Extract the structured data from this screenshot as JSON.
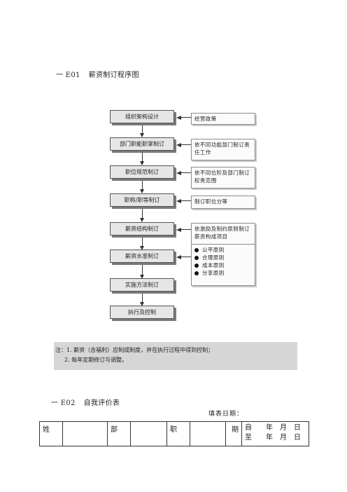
{
  "section1": {
    "code": "一 E01",
    "title": "薪资制订程序图"
  },
  "flow": {
    "steps": [
      "组织架构设计",
      "部门职能职掌制订",
      "职位规范制订",
      "职称/职等制订",
      "薪资结构制订",
      "薪资水准制订",
      "实施方法制订",
      "执行及控制"
    ],
    "notes": {
      "n1": "经营政策",
      "n2": "依不同功能部门制订责任工作",
      "n3": "依不同位阶及部门制订权责范围",
      "n4": "制订职位分等",
      "n5": "依激励及制约原则制订薪资构成项目",
      "principles": [
        "公平原则",
        "合理原则",
        "成本原则",
        "分享原则"
      ]
    }
  },
  "notice": {
    "line1": "注：1. 薪资（含福利）应制成制度，并在执行过程中得到控制；",
    "line2": "2. 每年定期修订与调整。"
  },
  "section2": {
    "code": "一 E02",
    "title": "自我评价表"
  },
  "form": {
    "fill_date_label": "填表日期：",
    "headers": [
      "姓",
      "部",
      "职",
      "期"
    ],
    "period_row1": "自　　年　月　日",
    "period_row2": "至　　年　月　日"
  }
}
